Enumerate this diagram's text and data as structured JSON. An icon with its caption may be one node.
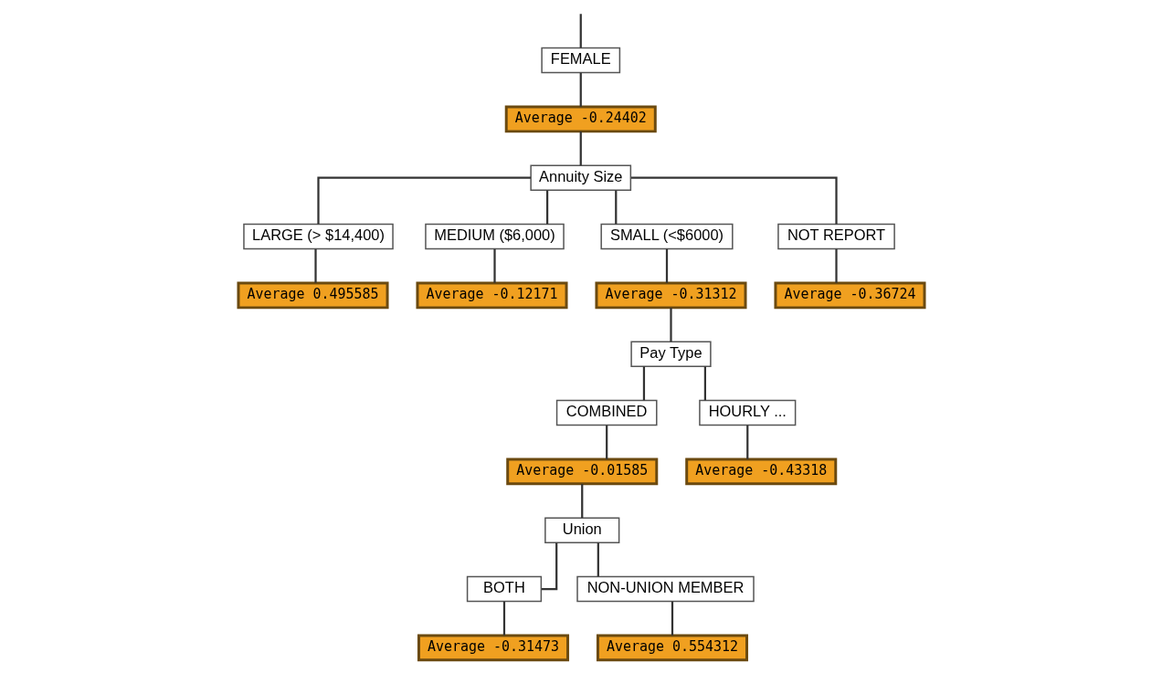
{
  "diagram": {
    "nodes": [
      {
        "text": [
          "FEMALE"
        ]
      },
      {
        "text": [
          "Average -0.24402"
        ]
      },
      {
        "text": [
          "Annuity Size"
        ]
      },
      {
        "text": [
          "LARGE (> $14,400)"
        ]
      },
      {
        "text": [
          "MEDIUM ($6,000)"
        ]
      },
      {
        "text": [
          "SMALL (<$6000)"
        ]
      },
      {
        "text": [
          "NOT REPORT"
        ]
      },
      {
        "text": [
          "Average 0.495585"
        ]
      },
      {
        "text": [
          "Average -0.12171"
        ]
      },
      {
        "text": [
          "Average -0.31312"
        ]
      },
      {
        "text": [
          "Average -0.36724"
        ]
      },
      {
        "text": [
          "Pay Type"
        ]
      },
      {
        "text": [
          "COMBINED"
        ]
      },
      {
        "text": [
          "HOURLY ..."
        ]
      },
      {
        "text": [
          "Average -0.01585"
        ]
      },
      {
        "text": [
          "Average -0.43318"
        ]
      },
      {
        "text": [
          "Union"
        ]
      },
      {
        "text": [
          "BOTH"
        ]
      },
      {
        "text": [
          "NON-UNION MEMBER"
        ]
      },
      {
        "text": [
          "Average -0.31473"
        ]
      },
      {
        "text": [
          "Average 0.554312"
        ]
      }
    ],
    "edges": [
      {
        "from": null,
        "to": 0,
        "arrow": "none"
      },
      {
        "from": 0,
        "to": 1,
        "arrow": "none"
      },
      {
        "from": 1,
        "to": 2,
        "arrow": "none"
      },
      {
        "from": 2,
        "to": 3,
        "arrow": "none"
      },
      {
        "from": 2,
        "to": 4,
        "arrow": "none"
      },
      {
        "from": 2,
        "to": 5,
        "arrow": "none"
      },
      {
        "from": 2,
        "to": 6,
        "arrow": "none"
      },
      {
        "from": 3,
        "to": 7,
        "arrow": "none"
      },
      {
        "from": 4,
        "to": 8,
        "arrow": "none"
      },
      {
        "from": 5,
        "to": 9,
        "arrow": "none"
      },
      {
        "from": 6,
        "to": 10,
        "arrow": "none"
      },
      {
        "from": 9,
        "to": 11,
        "arrow": "none"
      },
      {
        "from": 11,
        "to": 12,
        "arrow": "none"
      },
      {
        "from": 11,
        "to": 13,
        "arrow": "none"
      },
      {
        "from": 12,
        "to": 14,
        "arrow": "none"
      },
      {
        "from": 13,
        "to": 15,
        "arrow": "none"
      },
      {
        "from": 14,
        "to": 16,
        "arrow": "none"
      },
      {
        "from": 16,
        "to": 17,
        "arrow": "none"
      },
      {
        "from": 16,
        "to": 18,
        "arrow": "none"
      },
      {
        "from": 17,
        "to": 19,
        "arrow": "none"
      },
      {
        "from": 18,
        "to": 20,
        "arrow": "none"
      }
    ]
  }
}
